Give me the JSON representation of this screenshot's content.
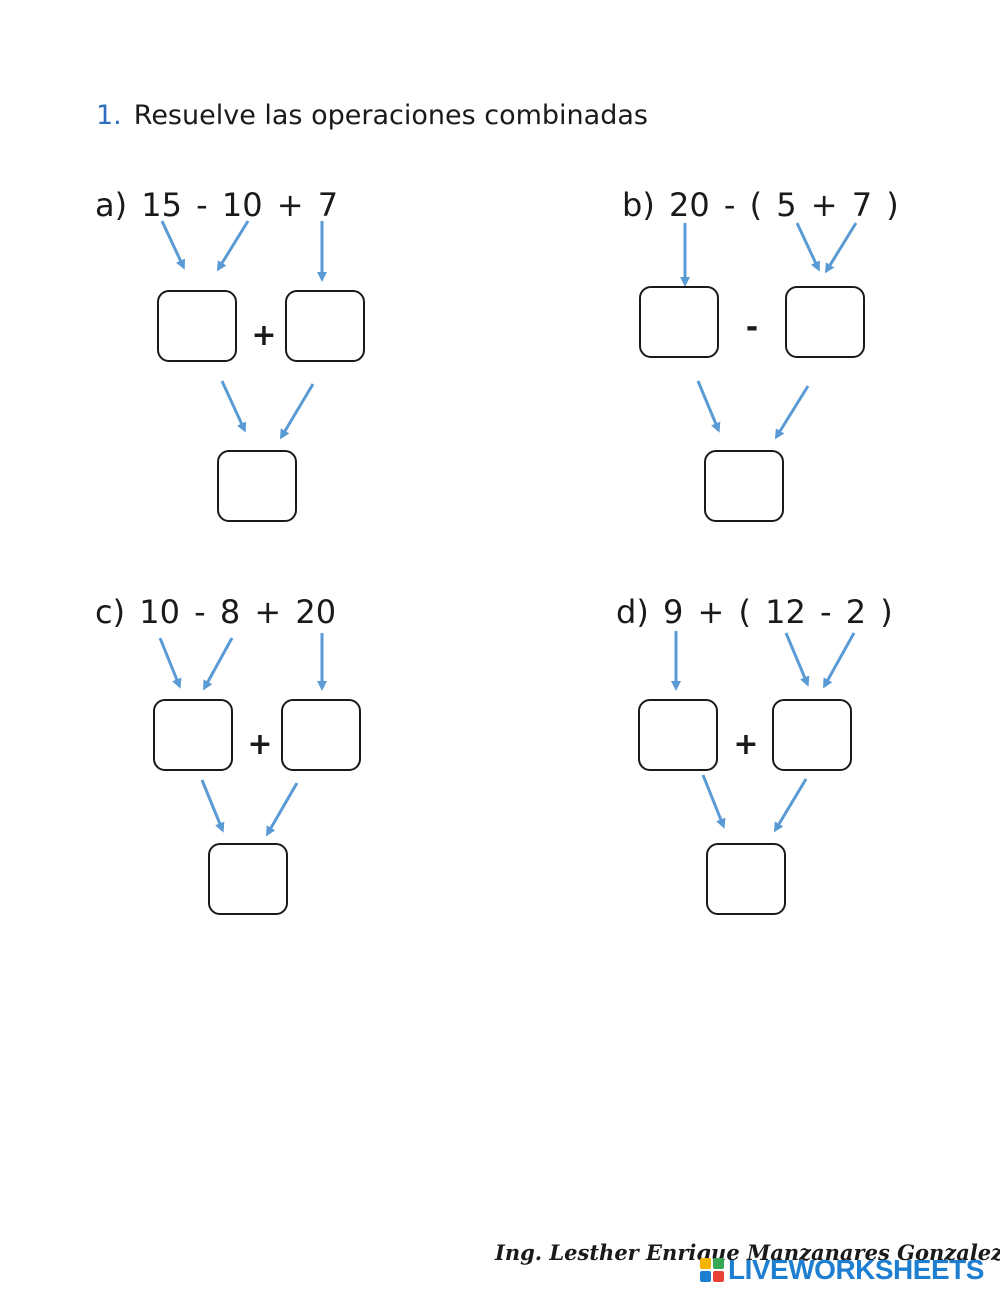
{
  "title": {
    "number": "1.",
    "text": "Resuelve las operaciones combinadas"
  },
  "problems": {
    "a": {
      "expression": "a) 15 - 10 + 7",
      "operator": "+"
    },
    "b": {
      "expression": "b) 20 - ( 5 + 7 )",
      "operator": "-"
    },
    "c": {
      "expression": "c) 10 - 8 + 20",
      "operator": "+"
    },
    "d": {
      "expression": "d) 9 + ( 12 - 2 )",
      "operator": "+"
    }
  },
  "footer": {
    "signature": "Ing. Lesther Enrique Manzanares Gonzalez",
    "brand": "LIVEWORKSHEETS"
  },
  "colors": {
    "arrow": "#5b9bd5",
    "brand": "#1e7fd0",
    "number": "#2f6fbf"
  }
}
